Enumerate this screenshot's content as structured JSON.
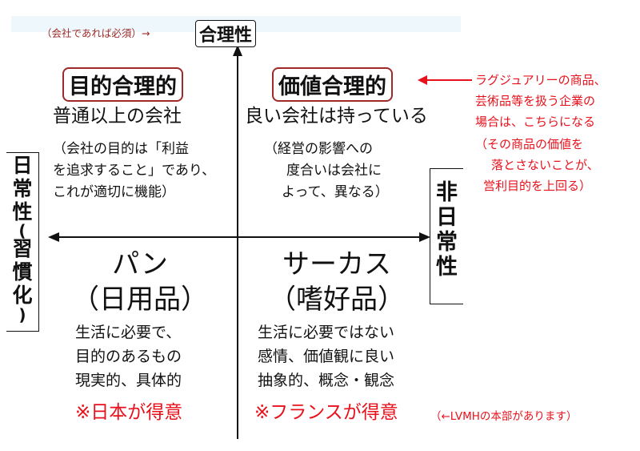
{
  "axes": {
    "top": "合理性",
    "top_note": "（会社であれば必須）→",
    "left": [
      "日",
      "常",
      "性",
      "(",
      "習",
      "慣",
      "化",
      ")"
    ],
    "right": [
      "非",
      "日",
      "常",
      "性"
    ]
  },
  "quadrants": {
    "top_left": {
      "heading": "目的合理的",
      "subtitle": "普通以上の会社",
      "desc": [
        "（会社の目的は「利益",
        "を追求すること」であり、",
        "これが適切に機能）"
      ]
    },
    "top_right": {
      "heading": "価値合理的",
      "subtitle": "良い会社は持っている",
      "desc": [
        "（経営の影響への",
        "度合いは会社に",
        "よって、異なる）"
      ]
    },
    "bottom_left": {
      "title": "パン",
      "sub": "（日用品）",
      "desc": [
        "生活に必要で、",
        "目的のあるもの",
        "現実的、具体的"
      ],
      "note": "※日本が得意"
    },
    "bottom_right": {
      "title": "サーカス",
      "sub": "（嗜好品）",
      "desc": [
        "生活に必要ではない",
        "感情、価値観に良い",
        "抽象的、概念・観念"
      ],
      "note": "※フランスが得意"
    }
  },
  "annotations": {
    "luxury": [
      "ラグジュアリーの商品、",
      "芸術品等を扱う企業の",
      "場合は、こちらになる",
      "（その商品の価値を",
      "落とさないことが、",
      "営利目的を上回る）"
    ],
    "lvmh": "（←LVMHの本部があります）"
  },
  "colors": {
    "accent_red": "#e8111b",
    "box_border": "#9e2a2a",
    "corner_blue": "#dbeef6"
  }
}
